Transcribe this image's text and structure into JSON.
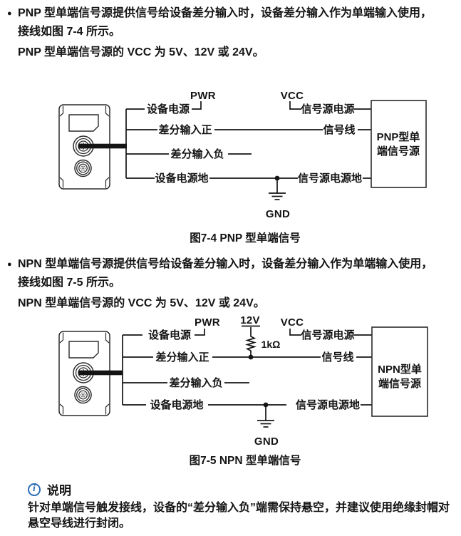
{
  "page": {
    "bg": "#ffffff",
    "text_color": "#141414",
    "accent": "#2a6db5"
  },
  "intro_pnp": {
    "bullet": "●",
    "line1": "PNP 型单端信号源提供信号给设备差分输入时，设备差分输入作为单端输入使用，",
    "line2": "接线如图 7-4 所示。",
    "vcc_line": "PNP 型单端信号源的 VCC 为 5V、12V 或 24V。"
  },
  "figure_pnp": {
    "caption": "图7-4 PNP 型单端信号",
    "labels": {
      "pwr": "PWR",
      "vcc": "VCC",
      "gnd": "GND",
      "device_power": "设备电源",
      "diff_in_pos": "差分输入正",
      "diff_in_neg": "差分输入负",
      "device_power_gnd": "设备电源地",
      "source_power": "信号源电源",
      "signal_line": "信号线",
      "source_power_gnd": "信号源电源地",
      "box_line1": "PNP型单",
      "box_line2": "端信号源"
    }
  },
  "intro_npn": {
    "bullet": "●",
    "line1": "NPN 型单端信号源提供信号给设备差分输入时，设备差分输入作为单端输入使用，",
    "line2": "接线如图 7-5 所示。",
    "vcc_line": "NPN 型单端信号源的 VCC 为 5V、12V 或 24V。"
  },
  "figure_npn": {
    "caption": "图7-5 NPN 型单端信号",
    "labels": {
      "pwr": "PWR",
      "supply_12v": "12V",
      "vcc": "VCC",
      "gnd": "GND",
      "resistor": "1kΩ",
      "device_power": "设备电源",
      "diff_in_pos": "差分输入正",
      "diff_in_neg": "差分输入负",
      "device_power_gnd": "设备电源地",
      "source_power": "信号源电源",
      "signal_line": "信号线",
      "source_power_gnd": "信号源电源地",
      "box_line1": "NPN型单",
      "box_line2": "端信号源"
    }
  },
  "note": {
    "icon": "i",
    "title": "说明",
    "body": "针对单端信号触发接线，设备的“差分输入负”端需保持悬空，并建议使用绝缘封帽对悬空导线进行封闭。"
  }
}
